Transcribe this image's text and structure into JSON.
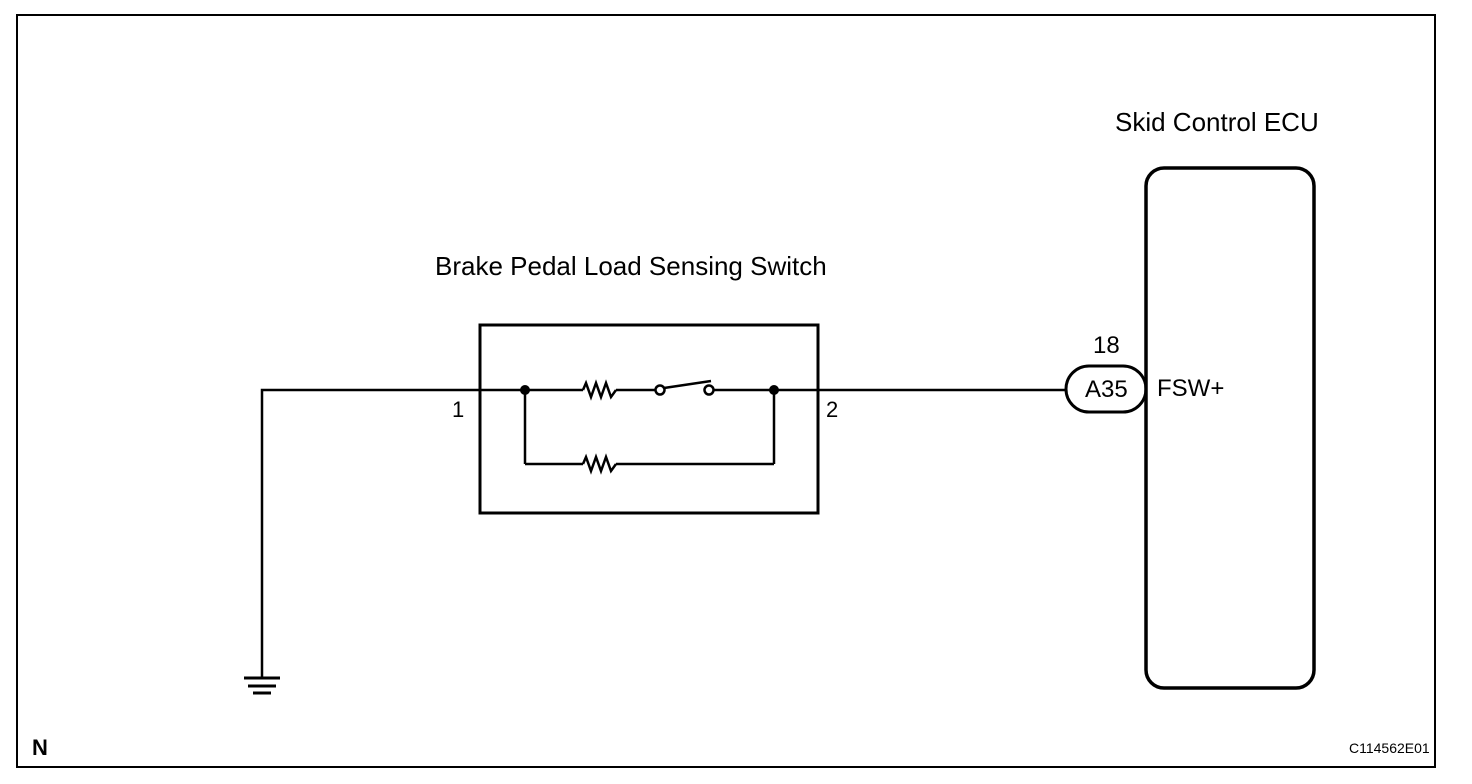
{
  "components": {
    "ecu": {
      "name": "Skid Control ECU",
      "terminal": "FSW+"
    },
    "switch": {
      "name": "Brake Pedal Load Sensing Switch"
    }
  },
  "pins": {
    "switch_left": "1",
    "switch_right": "2",
    "ecu_pin": "18"
  },
  "connector": {
    "id": "A35"
  },
  "corner_left": "N",
  "figure_code": "C114562E01"
}
